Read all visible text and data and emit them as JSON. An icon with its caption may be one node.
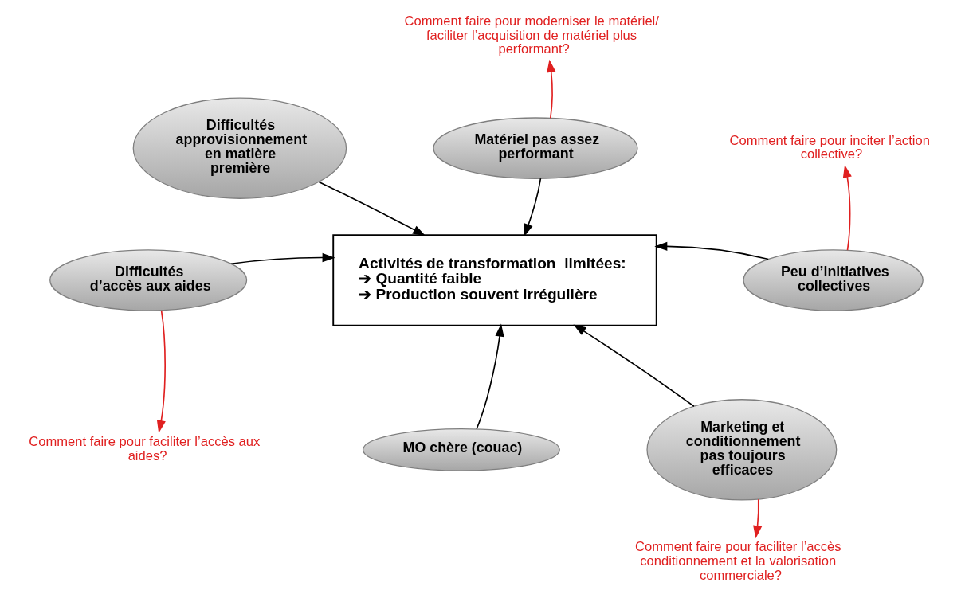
{
  "diagram": {
    "nodes": [
      {
        "text": [
          "Activités de transformation  limitées:",
          "➔ Quantité faible",
          "➔ Production souvent irrégulière"
        ]
      },
      {
        "text": [
          "Difficultés approvisionnement en matière première"
        ]
      },
      {
        "text": [
          "Matériel pas assez performant"
        ]
      },
      {
        "text": [
          "Difficultés d’accès aux aides"
        ]
      },
      {
        "text": [
          "Peu d’initiatives collectives"
        ]
      },
      {
        "text": [
          "MO chère (couac)"
        ]
      },
      {
        "text": [
          "Marketing et conditionnement pas toujours efficaces"
        ]
      },
      {
        "text": [
          "Comment faire pour moderniser le matériel/ faciliter l’acquisition de matériel plus performant?"
        ]
      },
      {
        "text": [
          "Comment faire pour inciter l’action collective?"
        ]
      },
      {
        "text": [
          "Comment faire pour faciliter l’accès aux aides?"
        ]
      },
      {
        "text": [
          "Comment faire pour faciliter l’accès conditionnement et la valorisation commerciale?"
        ]
      }
    ],
    "edges": [
      {
        "from": 1,
        "to": 0,
        "arrow": "to"
      },
      {
        "from": 2,
        "to": 0,
        "arrow": "to"
      },
      {
        "from": 3,
        "to": 0,
        "arrow": "to"
      },
      {
        "from": 4,
        "to": 0,
        "arrow": "to"
      },
      {
        "from": 5,
        "to": 0,
        "arrow": "to"
      },
      {
        "from": 6,
        "to": 0,
        "arrow": "to"
      },
      {
        "from": 2,
        "to": 7,
        "arrow": "to",
        "color": "#e02020"
      },
      {
        "from": 4,
        "to": 8,
        "arrow": "to",
        "color": "#e02020"
      },
      {
        "from": 3,
        "to": 9,
        "arrow": "to",
        "color": "#e02020"
      },
      {
        "from": 6,
        "to": 10,
        "arrow": "to",
        "color": "#e02020"
      }
    ]
  }
}
